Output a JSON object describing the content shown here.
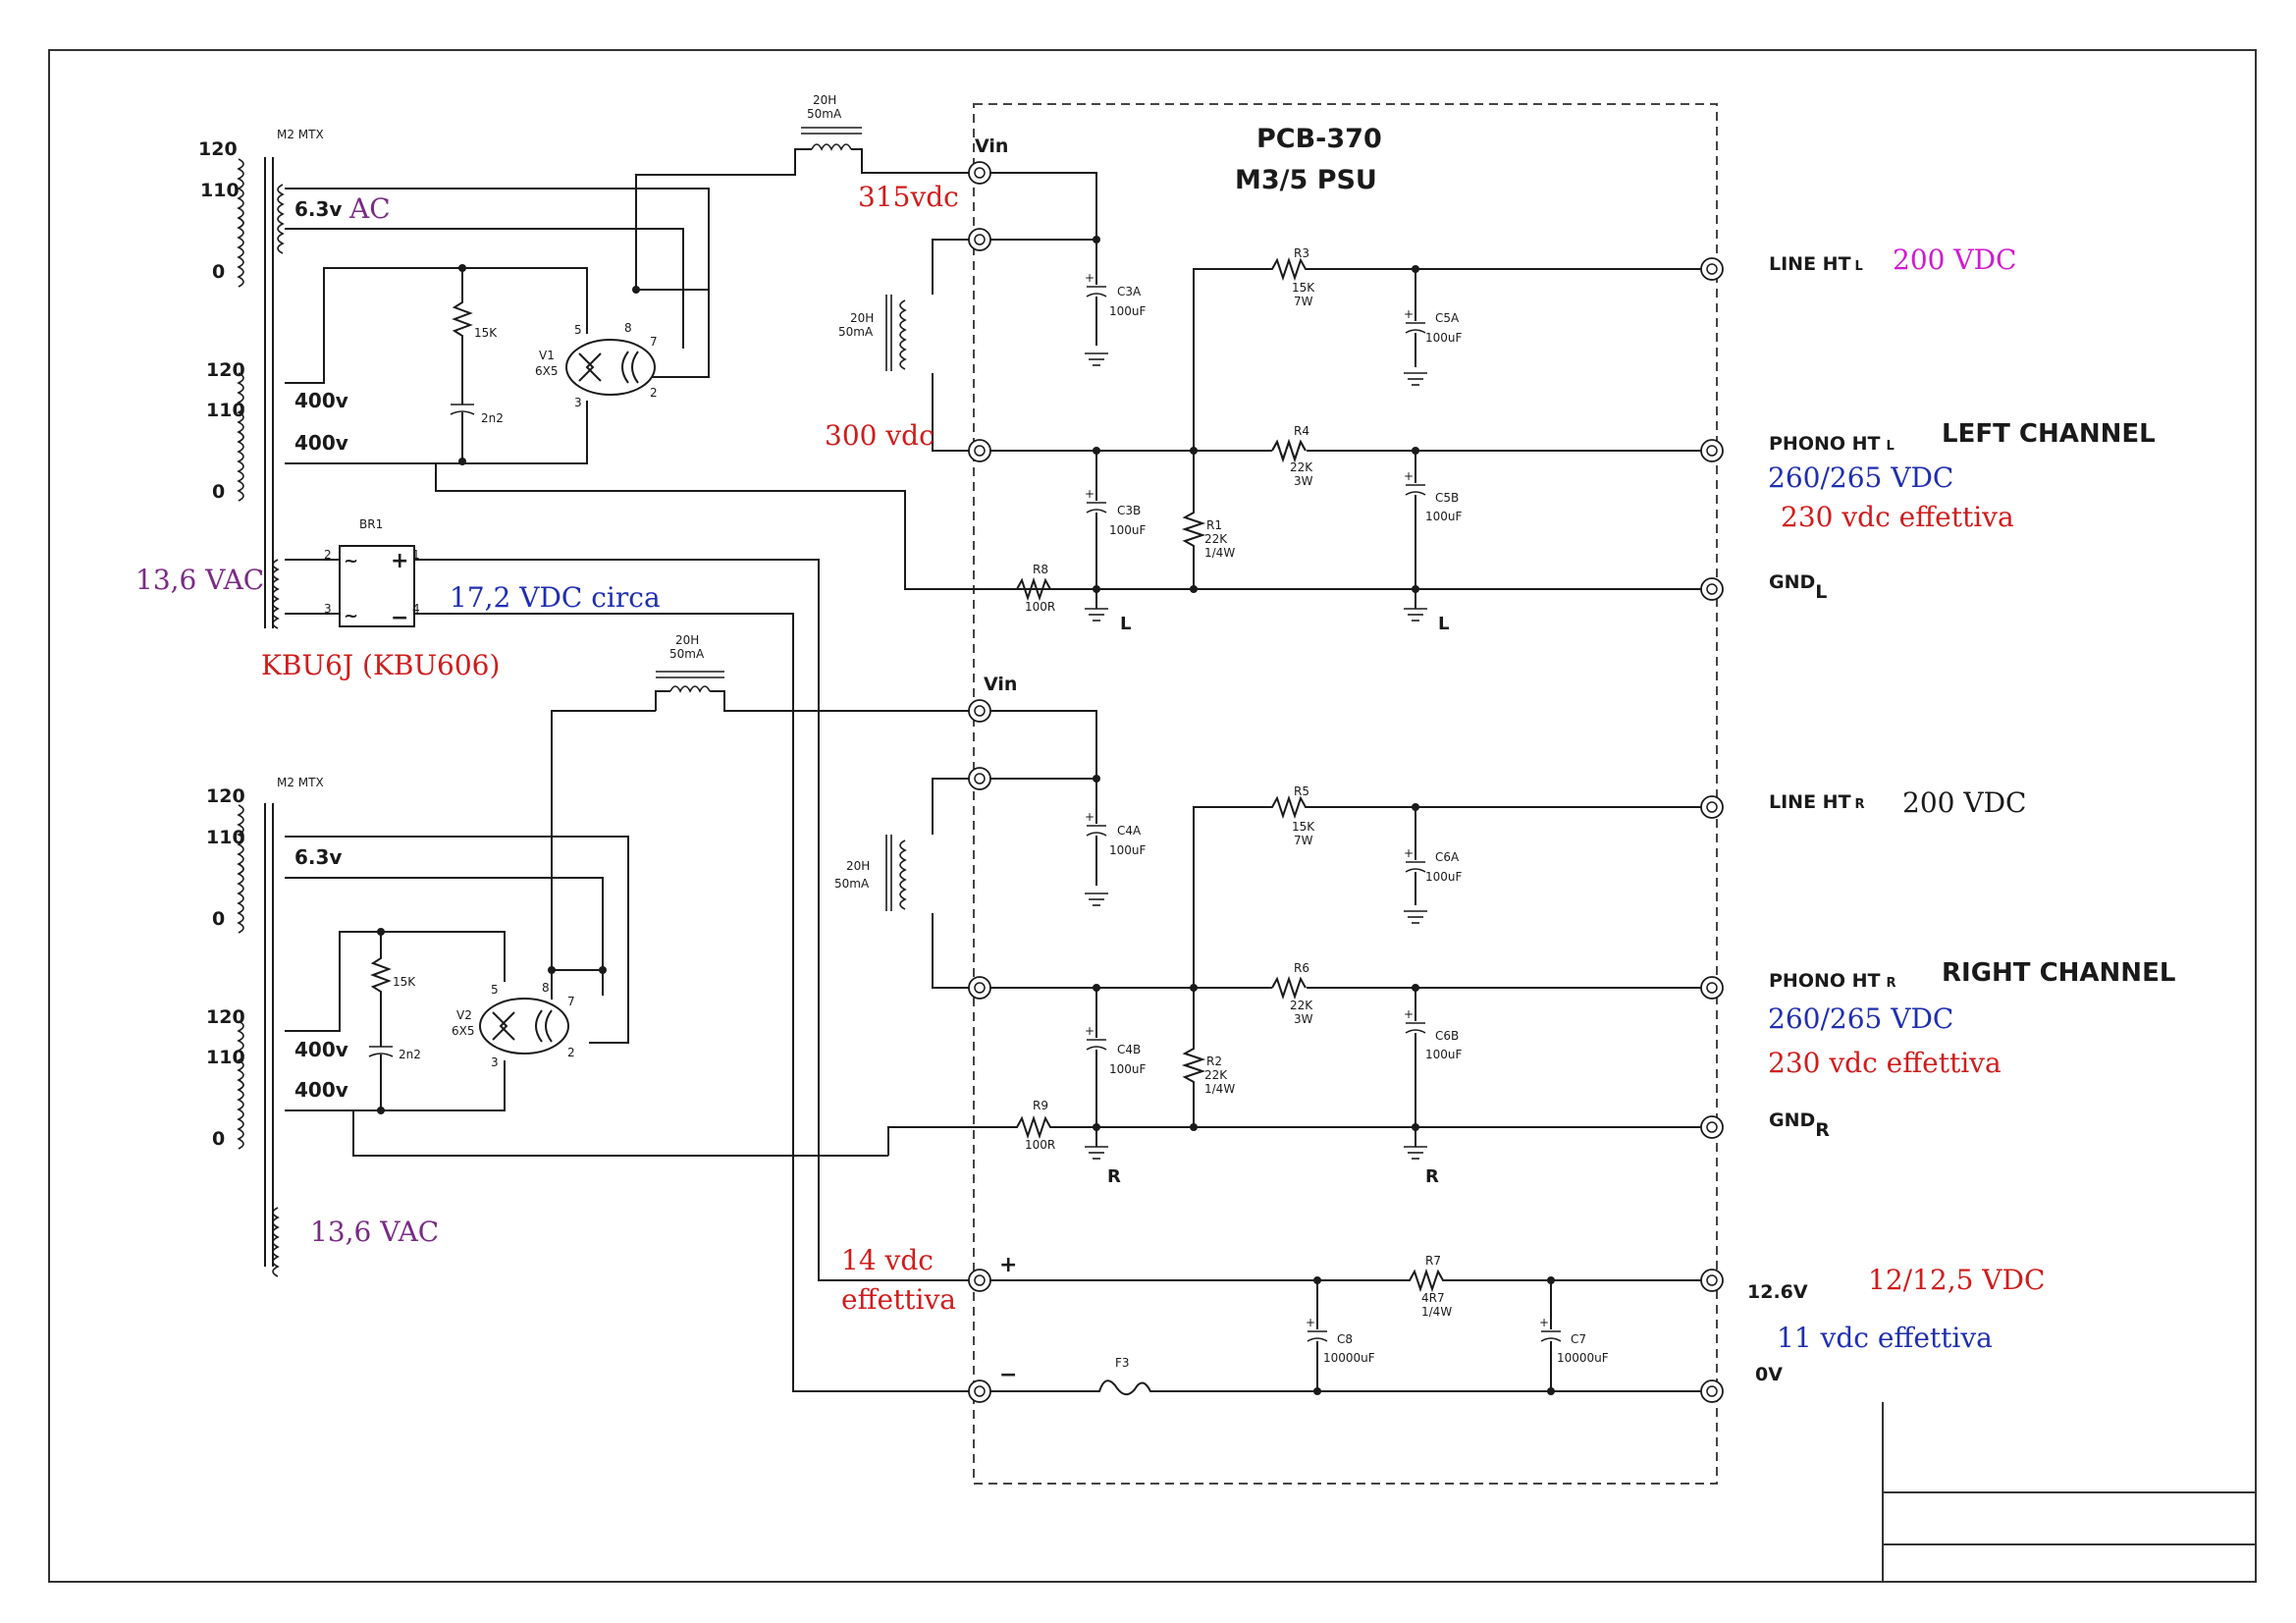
{
  "board": {
    "name": "PCB-370",
    "subtitle": "M3/5 PSU"
  },
  "transformers": {
    "top": {
      "tag": "M2 MTX",
      "taps": [
        "120",
        "110",
        "0",
        "120",
        "110",
        "0"
      ],
      "heater": "6.3v",
      "heater_note": "AC",
      "sec_a": "400v",
      "sec_b": "400v"
    },
    "bottom": {
      "tag": "M2 MTX",
      "taps": [
        "120",
        "110",
        "0",
        "120",
        "110",
        "0"
      ],
      "heater": "6.3v",
      "sec_a": "400v",
      "sec_b": "400v",
      "aux_note": "13,6 VAC"
    }
  },
  "rectifier_tubes": {
    "v1": {
      "ref": "V1",
      "type": "6X5",
      "pins": [
        "5",
        "8",
        "7",
        "3",
        "2"
      ],
      "resistor": "15K",
      "cap": "2n2"
    },
    "v2": {
      "ref": "V2",
      "type": "6X5",
      "pins": [
        "5",
        "8",
        "7",
        "3",
        "2"
      ],
      "resistor": "15K",
      "cap": "2n2"
    }
  },
  "chokes": [
    {
      "value": "20H",
      "current": "50mA"
    },
    {
      "value": "20H",
      "current": "50mA"
    },
    {
      "value": "20H",
      "current": "50mA"
    },
    {
      "value": "20H",
      "current": "50mA"
    }
  ],
  "bridge": {
    "ref": "BR1",
    "pins": [
      "2",
      "1",
      "3",
      "4"
    ],
    "plus": "+",
    "minus": "−",
    "ac": "~",
    "part": "KBU6J (KBU606)",
    "ac_in_note": "13,6 VAC",
    "dc_note": "17,2 VDC  circa"
  },
  "inputs": {
    "vin_top": "Vin",
    "vin_bottom": "Vin",
    "note_315": "315vdc",
    "note_300": "300 vdc",
    "note_14": "14 vdc",
    "note_14b": "effettiva",
    "plus": "+",
    "minus": "−"
  },
  "components": {
    "c3a": [
      "C3A",
      "100uF"
    ],
    "c3b": [
      "C3B",
      "100uF"
    ],
    "c5a": [
      "C5A",
      "100uF"
    ],
    "c5b": [
      "C5B",
      "100uF"
    ],
    "c4a": [
      "C4A",
      "100uF"
    ],
    "c4b": [
      "C4B",
      "100uF"
    ],
    "c6a": [
      "C6A",
      "100uF"
    ],
    "c6b": [
      "C6B",
      "100uF"
    ],
    "r3": [
      "R3",
      "15K",
      "7W"
    ],
    "r4": [
      "R4",
      "22K",
      "3W"
    ],
    "r1": [
      "R1",
      "22K",
      "1/4W"
    ],
    "r8": [
      "R8",
      "100R"
    ],
    "r5": [
      "R5",
      "15K",
      "7W"
    ],
    "r6": [
      "R6",
      "22K",
      "3W"
    ],
    "r2": [
      "R2",
      "22K",
      "1/4W"
    ],
    "r9": [
      "R9",
      "100R"
    ],
    "r7": [
      "R7",
      "4R7",
      "1/4W"
    ],
    "c8": [
      "C8",
      "10000uF"
    ],
    "c7": [
      "C7",
      "10000uF"
    ],
    "f3": "F3",
    "gnd_l": "L",
    "gnd_r": "R"
  },
  "outputs": {
    "line_ht_l": "LINE HT",
    "line_ht_l_sub": "L",
    "line_ht_l_v": "200 VDC",
    "phono_ht_l": "PHONO HT",
    "phono_ht_l_sub": "L",
    "left_channel": "LEFT CHANNEL",
    "phono_l_v": "260/265 VDC",
    "phono_l_eff": "230 vdc effettiva",
    "gnd_l": "GND",
    "gnd_l_sub": "L",
    "line_ht_r": "LINE HT",
    "line_ht_r_sub": "R",
    "line_ht_r_v": "200 VDC",
    "phono_ht_r": "PHONO HT",
    "phono_ht_r_sub": "R",
    "right_channel": "RIGHT CHANNEL",
    "phono_r_v": "260/265 VDC",
    "phono_r_eff": "230 vdc effettiva",
    "gnd_r": "GND",
    "gnd_r_sub": "R",
    "v12": "12.6V",
    "v12_note": "12/12,5 VDC",
    "v12_eff": "11 vdc effettiva",
    "ov": "0V"
  },
  "colors": {
    "red": "#d01c1c",
    "blue": "#1f2fb0",
    "purple": "#7a2a86",
    "magenta": "#d01ad0",
    "black": "#1a1a1a"
  }
}
